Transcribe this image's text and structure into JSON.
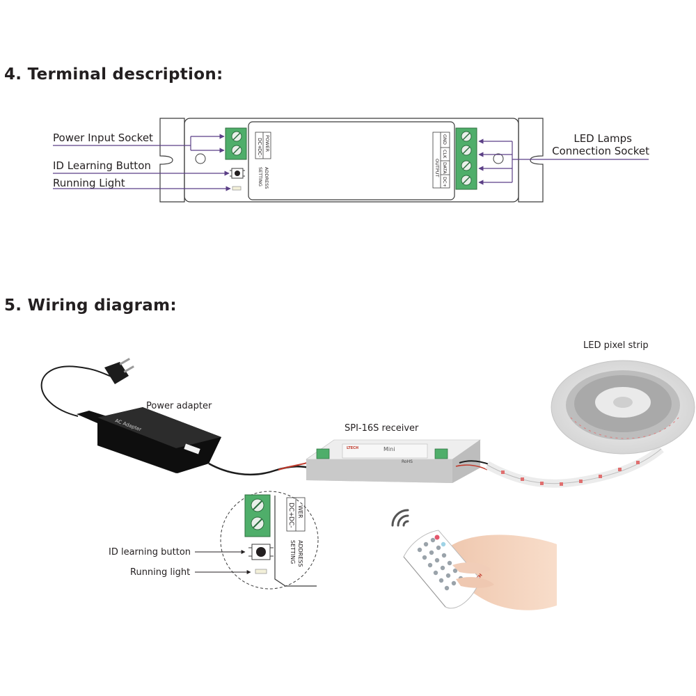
{
  "section4": {
    "title": "4. Terminal description:",
    "labels": {
      "power_input_socket": "Power Input Socket",
      "id_learning_button": "ID Learning Button",
      "running_light": "Running Light",
      "led_lamps_line1": "LED Lamps",
      "led_lamps_line2": "Connection Socket"
    },
    "device": {
      "power_terminals": [
        "DC+",
        "DC-"
      ],
      "power_word": "POWER",
      "address_word": "ADDRESS",
      "setting_word": "SETTING",
      "output_terminals": [
        "DC+",
        "DATA",
        "CLK",
        "GND"
      ],
      "output_word": "OUTPUT"
    }
  },
  "section5": {
    "title": "5. Wiring diagram:",
    "labels": {
      "power_adapter": "Power adapter",
      "receiver": "SPI-16S receiver",
      "led_strip": "LED pixel strip",
      "id_learning_button": "ID learning button",
      "running_light": "Running light"
    },
    "adapter_text": "AC Adapter",
    "receiver_brand": "LTECH",
    "receiver_mini": "Mini",
    "receiver_rohs": "RoHS",
    "remote_brand": "LTECH",
    "zoom": {
      "terminals": [
        "DC+",
        "DC-"
      ],
      "power_word": "WER",
      "address_word": "ADDRESS",
      "setting_word": "SETTING"
    }
  },
  "colors": {
    "terminal_green": "#4fae6a",
    "arrow_purple": "#5b3f86",
    "outline": "#3a3a3a",
    "text": "#231f20"
  }
}
